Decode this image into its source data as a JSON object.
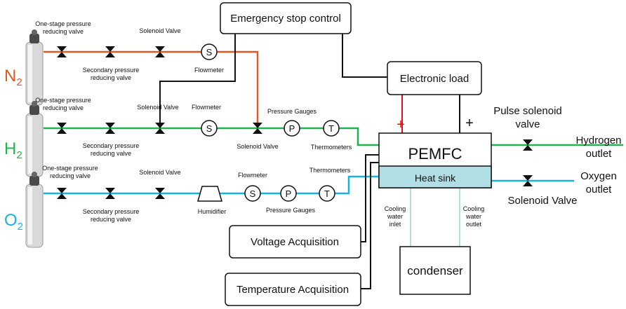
{
  "colors": {
    "n2": "#e2581e",
    "h2": "#1db54a",
    "o2": "#17b3e0",
    "wire": "#111111",
    "positive_wire": "#e0121c",
    "heat_sink_fill": "#b1dee5",
    "cooling_line": "#b1dee5"
  },
  "gases": {
    "n2": {
      "symbol": "N",
      "subscript": "2"
    },
    "h2": {
      "symbol": "H",
      "subscript": "2"
    },
    "o2": {
      "symbol": "O",
      "subscript": "2"
    }
  },
  "icons": {
    "cylinder": "gas-cylinder-icon",
    "valve": "bowtie-valve-icon",
    "flowmeter": "circle-s-icon",
    "gauge": "circle-p-icon",
    "thermometer": "circle-t-icon",
    "humidifier": "trapezoid-icon"
  },
  "labels": {
    "n2_one_stage": [
      "One-stage pressure",
      "reducing valve"
    ],
    "n2_secondary": [
      "Secondary pressure",
      "reducing valve"
    ],
    "n2_solenoid": "Solenoid Valve",
    "n2_flowmeter": "Flowmeter",
    "h2_one_stage": [
      "One-stage pressure",
      "reducing valve"
    ],
    "h2_secondary": [
      "Secondary pressure",
      "reducing valve"
    ],
    "h2_solenoid": "Solenoid Valve",
    "h2_flowmeter": "Flowmeter",
    "h2_pressure": "Pressure Gauges",
    "h2_solenoid_2": "Solenoid Valve",
    "h2_thermometers": "Thermometers",
    "o2_one_stage": [
      "One-stage pressure",
      "reducing valve"
    ],
    "o2_secondary": [
      "Secondary pressure",
      "reducing valve"
    ],
    "o2_solenoid": "Solenoid Valve",
    "o2_humidifier": "Humidifier",
    "o2_flowmeter": "Flowmeter",
    "o2_pressure": "Pressure Gauges",
    "o2_thermometers": "Thermometers",
    "emergency": "Emergency stop control",
    "electronic_load": "Electronic load",
    "plus_red": "+",
    "plus_black": "+",
    "pemfc": "PEMFC",
    "heat_sink": "Heat sink",
    "cooling_inlet": [
      "Cooling",
      "water",
      "inlet"
    ],
    "cooling_outlet": [
      "Cooling",
      "water",
      "outlet"
    ],
    "condenser": "condenser",
    "voltage_acq": "Voltage Acquisition",
    "temperature_acq": "Temperature Acquisition",
    "pulse_solenoid": [
      "Pulse solenoid",
      "valve"
    ],
    "hydrogen_outlet": [
      "Hydrogen",
      "outlet"
    ],
    "oxygen_outlet": [
      "Oxygen",
      "outlet"
    ],
    "out_solenoid": "Solenoid Valve",
    "symbol_s": "S",
    "symbol_p": "P",
    "symbol_t": "T"
  }
}
